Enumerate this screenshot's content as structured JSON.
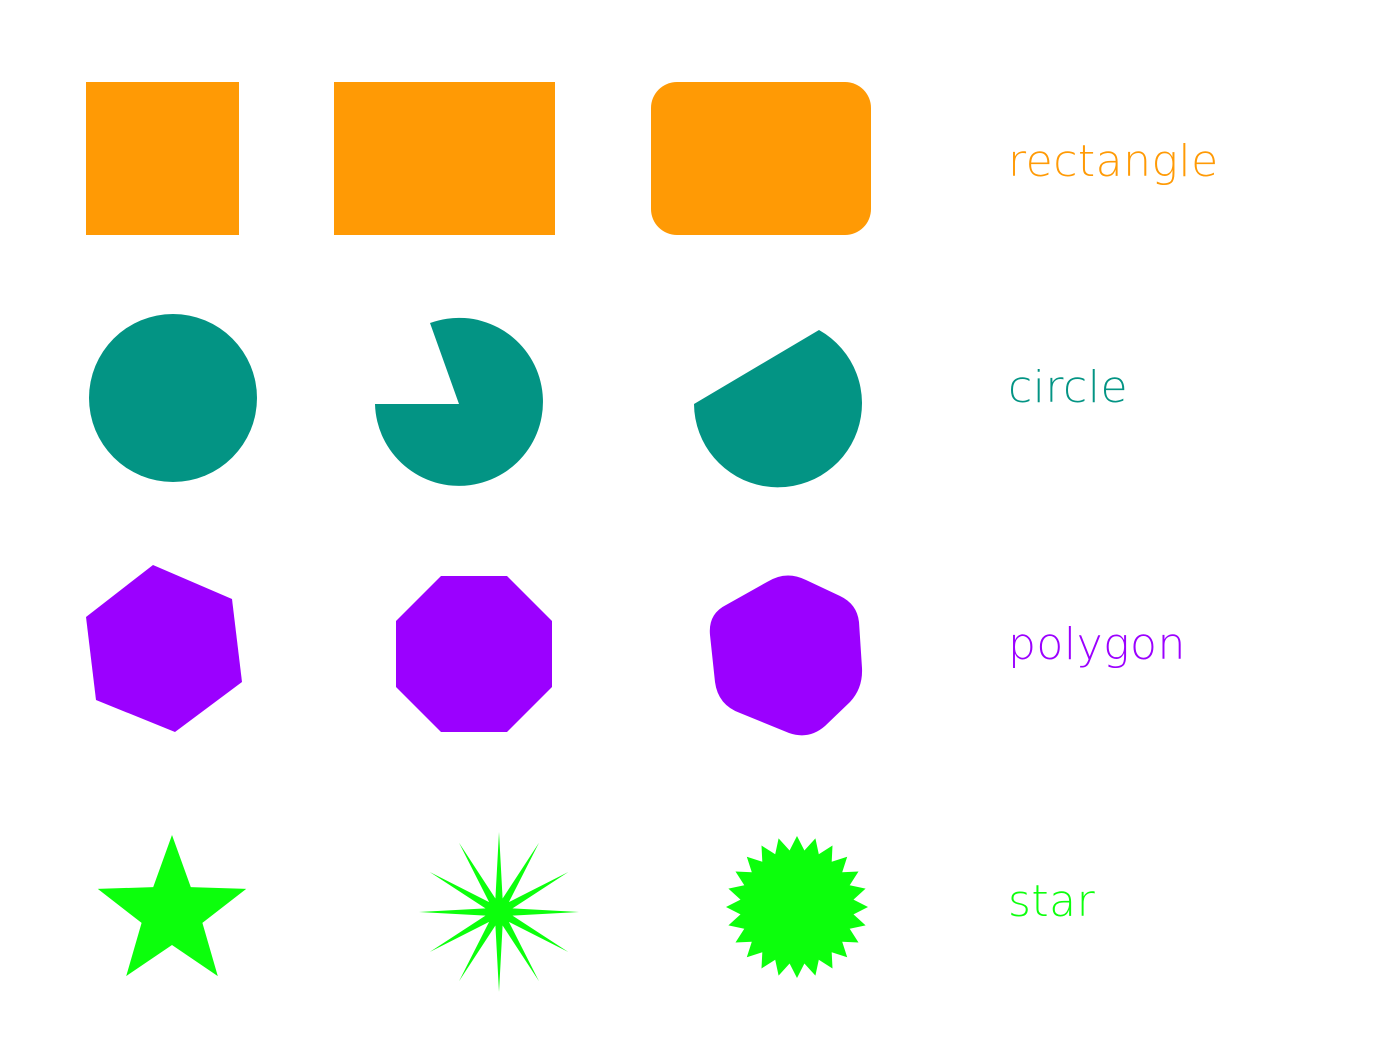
{
  "colors": {
    "rectangle": "#ff9a05",
    "circle": "#039484",
    "polygon": "#9b00ff",
    "star": "#0cff0c",
    "background": "#ffffff"
  },
  "rows": [
    {
      "key": "rectangle",
      "label": "rectangle",
      "shapes": [
        "square",
        "rectangle",
        "rounded-rectangle"
      ]
    },
    {
      "key": "circle",
      "label": "circle",
      "shapes": [
        "full-circle",
        "circle-wedge-removed",
        "circle-segment"
      ]
    },
    {
      "key": "polygon",
      "label": "polygon",
      "shapes": [
        "hexagon-rotated",
        "octagon",
        "rounded-hexagon"
      ]
    },
    {
      "key": "star",
      "label": "star",
      "shapes": [
        "five-point-star",
        "twelve-point-star",
        "burst-star"
      ]
    }
  ]
}
